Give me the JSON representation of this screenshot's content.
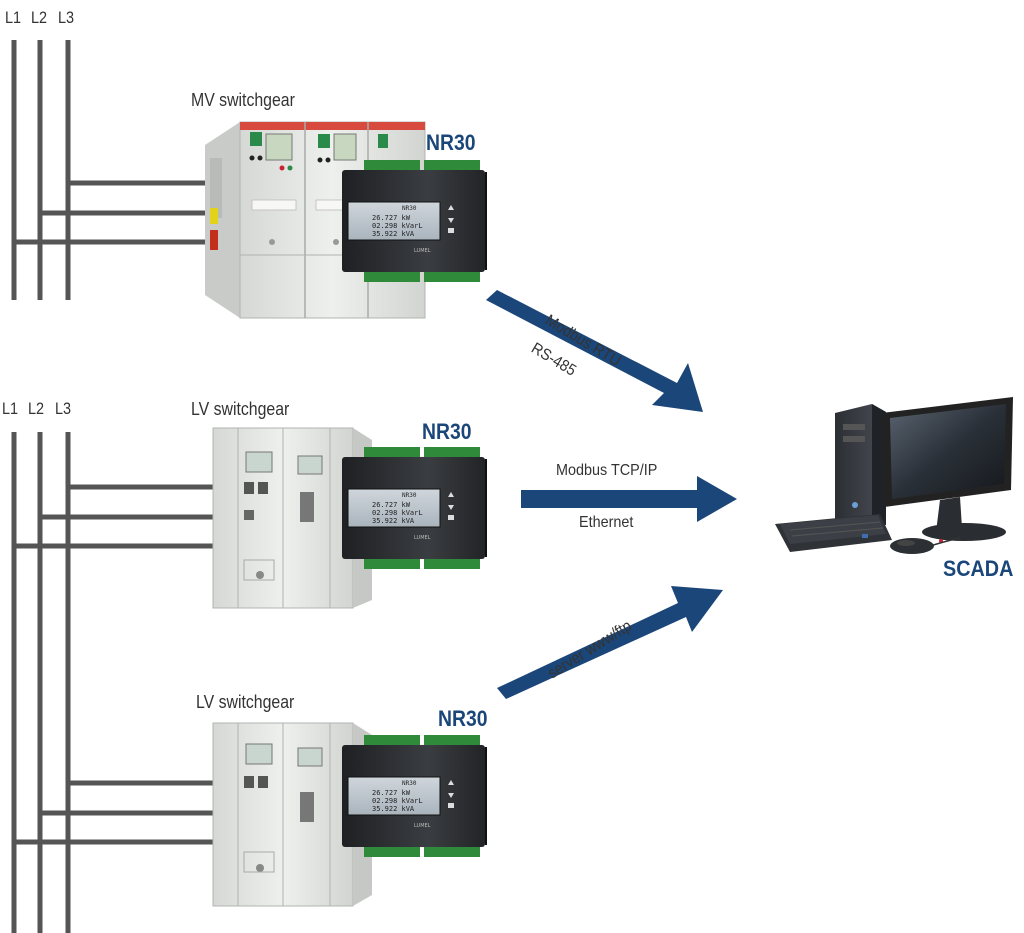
{
  "sections": [
    {
      "phase_labels": [
        "L1",
        "L2",
        "L3"
      ],
      "switchgear_label": "MV switchgear",
      "device_label": "NR30"
    },
    {
      "phase_labels": [
        "L1",
        "L2",
        "L3"
      ],
      "switchgear_label": "LV switchgear",
      "device_label": "NR30"
    },
    {
      "switchgear_label": "LV switchgear",
      "device_label": "NR30"
    }
  ],
  "connections": {
    "rs485": {
      "protocol": "Modbus RTU",
      "medium": "RS-485"
    },
    "tcp": {
      "protocol": "Modbus TCP/IP",
      "medium": "Ethernet"
    },
    "web": {
      "protocol": "server www/ftp"
    }
  },
  "meter_display": {
    "header": "NR30",
    "rows": [
      "26.727 kW",
      "02.298 kVarL",
      "35.922 kVA"
    ],
    "brand": "LUMEL"
  },
  "target_label": "SCADA",
  "colors": {
    "accent": "#1b4679",
    "busbar": "#555555",
    "panel": "#e6e7e4",
    "device": "#2b2d30",
    "terminal": "#2f8a3a"
  }
}
